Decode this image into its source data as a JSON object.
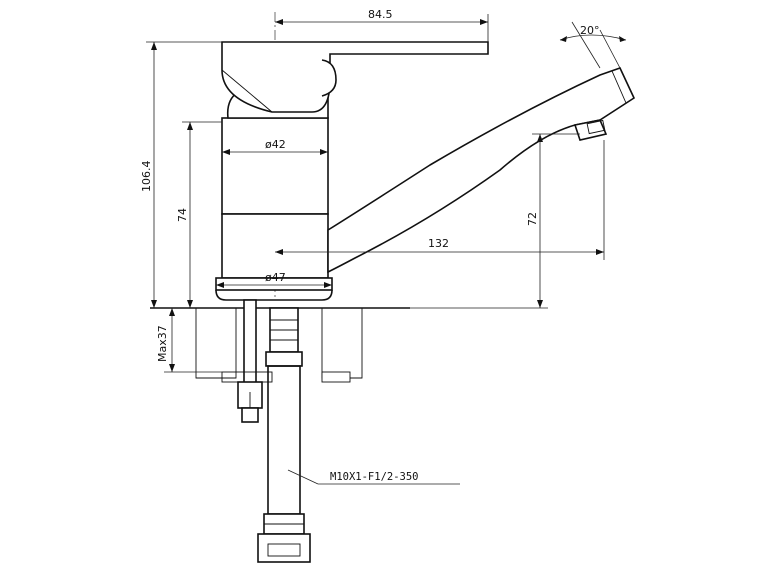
{
  "dimensions": {
    "spout_reach_top": "84.5",
    "angle": "20°",
    "total_height": "106.4",
    "body_diameter_top": "ø42",
    "body_height": "74",
    "spout_height": "72",
    "spout_reach": "132",
    "base_diameter": "ø47",
    "max_mounting": "Max37"
  },
  "hose_label": "M10X1-F1/2-350",
  "colors": {
    "line": "#111111",
    "background": "#ffffff"
  }
}
